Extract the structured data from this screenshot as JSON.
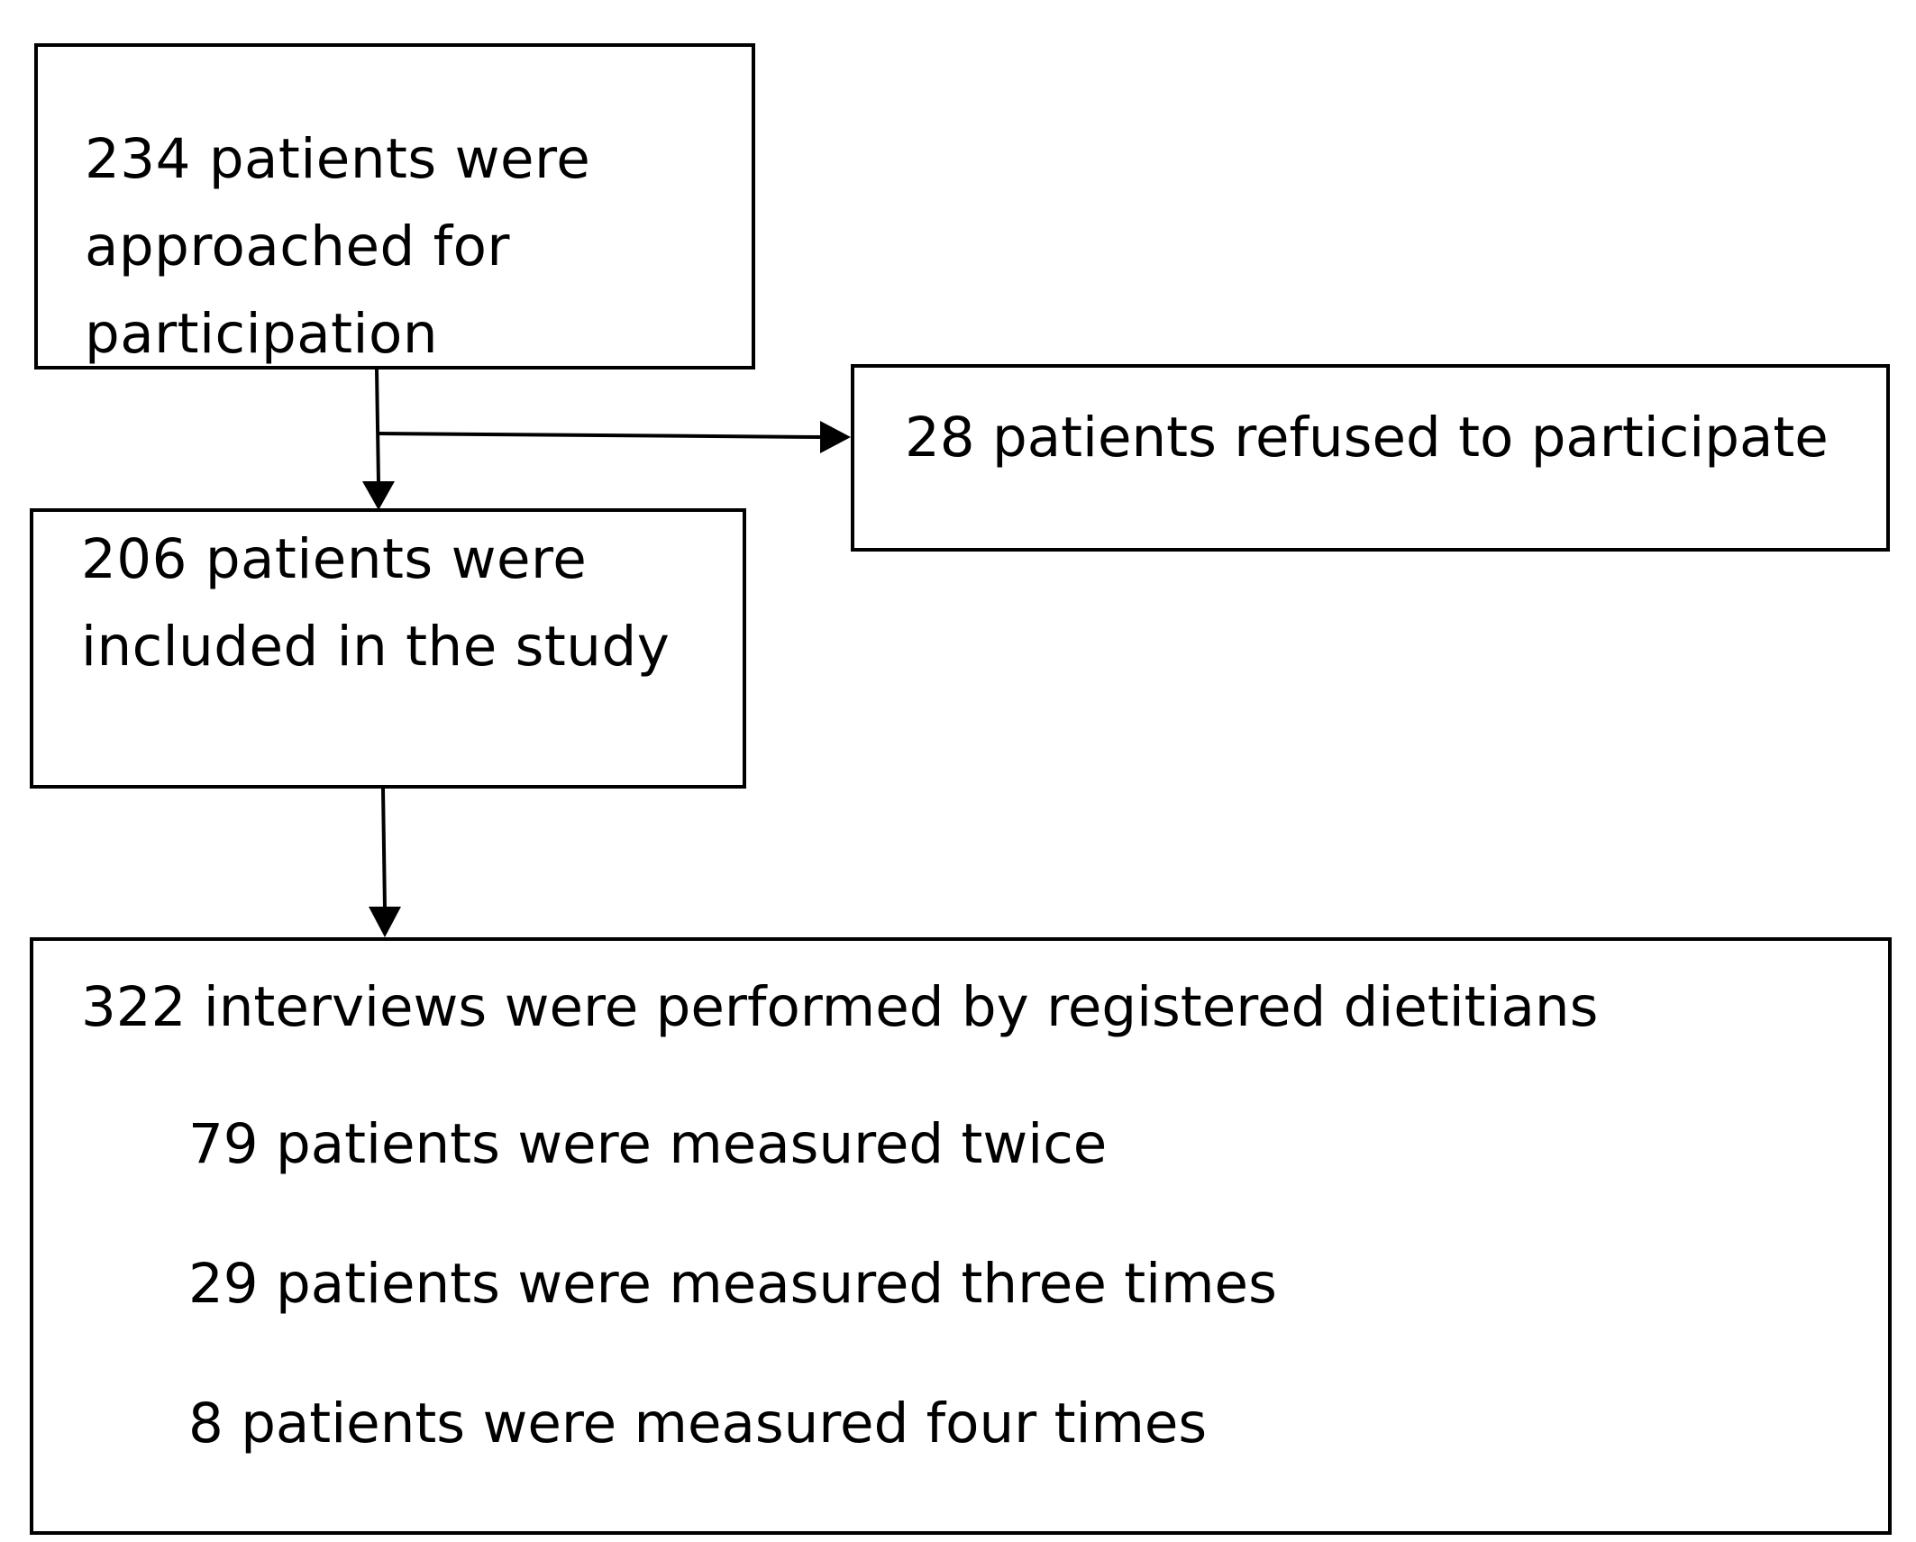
{
  "diagram": {
    "boxes": {
      "approached": {
        "text": "234 patients were\napproached for\nparticipation"
      },
      "refused": {
        "text": "28 patients refused to participate"
      },
      "included": {
        "text": "206 patients were\nincluded in the study"
      },
      "interviews": {
        "heading": "322 interviews were performed by registered dietitians",
        "lines": [
          "79 patients were measured twice",
          "29 patients were measured three times",
          "8 patients were measured four times"
        ]
      }
    },
    "colors": {
      "stroke": "#000000",
      "background": "#ffffff"
    }
  }
}
